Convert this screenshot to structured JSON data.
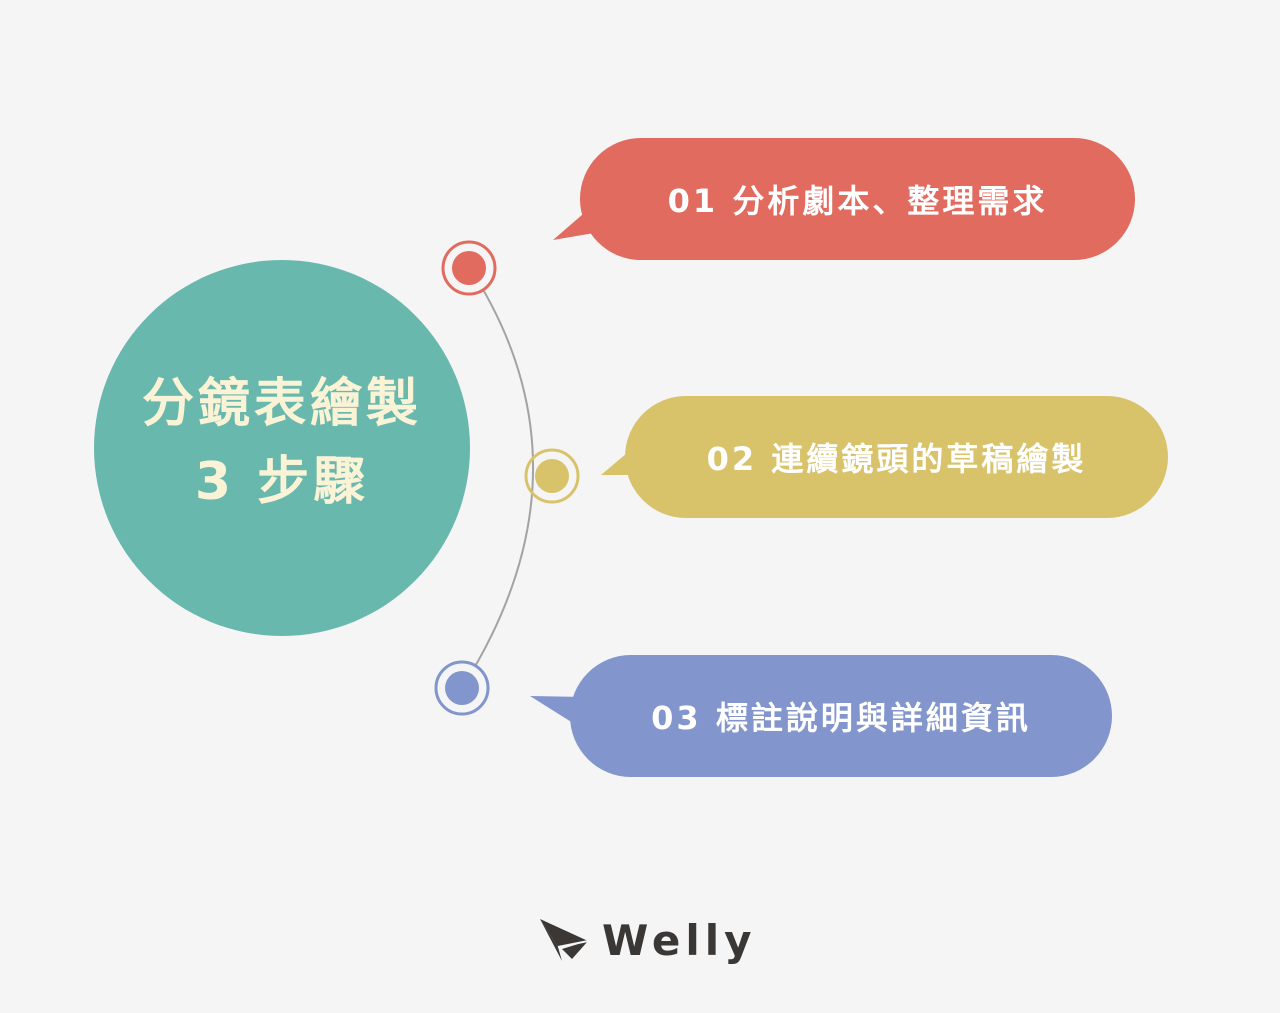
{
  "hub": {
    "title_line1": "分鏡表繪製",
    "title_line2": "3 步驟",
    "color": "#69b8ad",
    "text_color": "#faf3d6"
  },
  "steps": [
    {
      "number": "01",
      "label": "01 分析劇本、整理需求",
      "color": "#e06b5e"
    },
    {
      "number": "02",
      "label": "02 連續鏡頭的草稿繪製",
      "color": "#d8c36b"
    },
    {
      "number": "03",
      "label": "03 標註說明與詳細資訊",
      "color": "#8295cc"
    }
  ],
  "connector": {
    "line_color": "#a3a3a3",
    "node_icons": [
      "node-1-icon",
      "node-2-icon",
      "node-3-icon"
    ]
  },
  "brand": {
    "name": "Welly",
    "icon": "paper-plane-icon",
    "color": "#3a3735"
  },
  "background": "#f5f5f5"
}
